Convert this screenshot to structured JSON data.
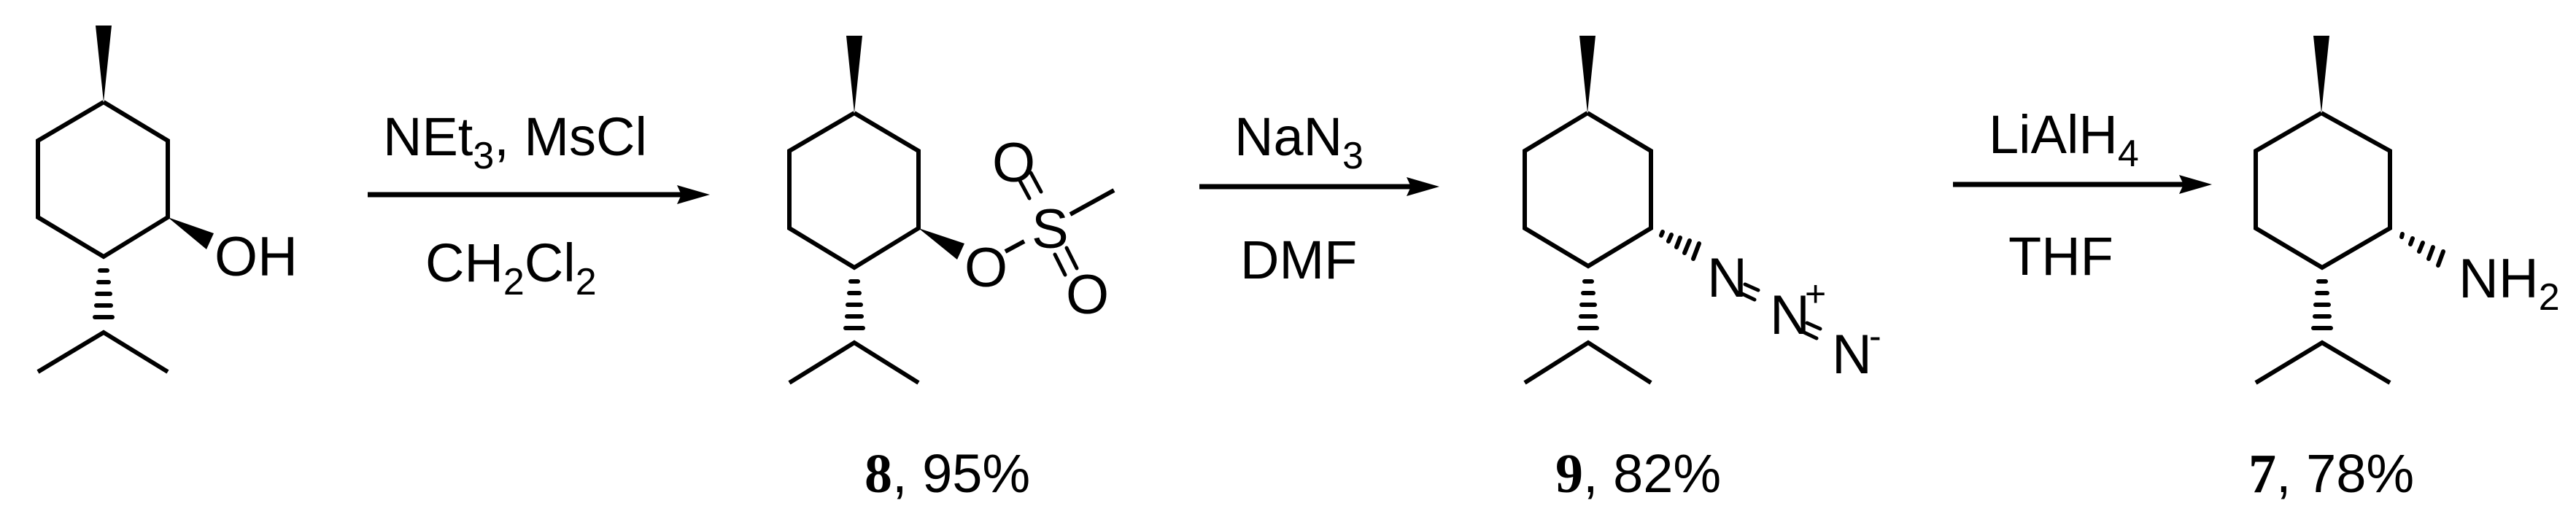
{
  "scheme": {
    "colors": {
      "ink": "#000000",
      "background": "#ffffff"
    },
    "compounds": [
      {
        "id": "start",
        "name": "(-)-menthol",
        "substituent": {
          "main": "OH"
        },
        "label": null
      },
      {
        "id": "8",
        "name": "menthyl mesylate",
        "substituent": {
          "o": "O",
          "s": "S",
          "o_top": "O",
          "o_bottom": "O"
        },
        "label": {
          "number": "8",
          "yield": ", 95%"
        }
      },
      {
        "id": "9",
        "name": "menthyl azide",
        "substituent": {
          "n1": "N",
          "n2": "N",
          "n2_charge": "+",
          "n3": "N",
          "n3_charge": "-"
        },
        "label": {
          "number": "9",
          "yield": ", 82%"
        }
      },
      {
        "id": "7",
        "name": "menthylamine",
        "substituent": {
          "main": "NH",
          "sub": "2"
        },
        "label": {
          "number": "7",
          "yield": ", 78%"
        }
      }
    ],
    "steps": [
      {
        "above": {
          "parts": [
            {
              "t": "NEt"
            },
            {
              "t": "3",
              "sub": true
            },
            {
              "t": ", MsCl"
            }
          ]
        },
        "below": {
          "parts": [
            {
              "t": "CH"
            },
            {
              "t": "2",
              "sub": true
            },
            {
              "t": "Cl"
            },
            {
              "t": "2",
              "sub": true
            }
          ]
        }
      },
      {
        "above": {
          "parts": [
            {
              "t": "NaN"
            },
            {
              "t": "3",
              "sub": true
            }
          ]
        },
        "below": {
          "parts": [
            {
              "t": "DMF"
            }
          ]
        }
      },
      {
        "above": {
          "parts": [
            {
              "t": "LiAlH"
            },
            {
              "t": "4",
              "sub": true
            }
          ]
        },
        "below": {
          "parts": [
            {
              "t": "THF"
            }
          ]
        }
      }
    ]
  }
}
